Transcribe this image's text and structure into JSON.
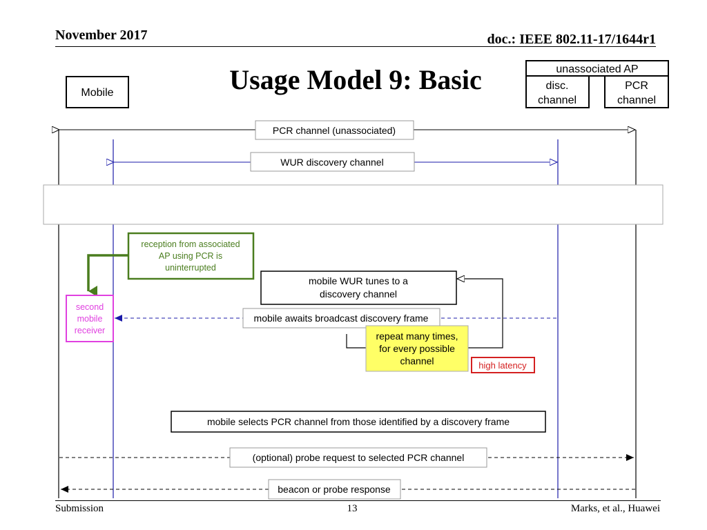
{
  "header": {
    "date": "November 2017",
    "doc": "doc.: IEEE 802.11-17/1644r1"
  },
  "title": "Usage Model 9: Basic",
  "footer": {
    "left": "Submission",
    "page": "13",
    "right": "Marks, et al., Huawei"
  },
  "diagram": {
    "mobile_label": "Mobile",
    "ap": {
      "title": "unassociated AP",
      "disc": [
        "disc.",
        "channel"
      ],
      "pcr": [
        "PCR",
        "channel"
      ]
    },
    "messages": {
      "pcr_unassociated": "PCR channel (unassociated)",
      "wur_discovery": "WUR discovery channel",
      "awaits_broadcast": "mobile awaits broadcast discovery frame",
      "probe_request": "(optional) probe request to selected PCR channel",
      "beacon_response": "beacon or probe response"
    },
    "notes": {
      "reception": [
        "reception from associated",
        "AP using PCR is",
        "uninterrupted"
      ],
      "second_receiver": [
        "second",
        "mobile",
        "receiver"
      ],
      "tunes": [
        "mobile WUR tunes to a",
        "discovery channel"
      ],
      "repeat": [
        "repeat many times,",
        "for every possible",
        "channel"
      ],
      "high_latency": "high latency",
      "selects": "mobile selects PCR channel from those identified by a discovery frame"
    },
    "colors": {
      "green": "#4a7d1e",
      "magenta": "#e040e0",
      "blue": "#1a1aa8",
      "red": "#d42020",
      "yellow": "#ffff66"
    }
  }
}
